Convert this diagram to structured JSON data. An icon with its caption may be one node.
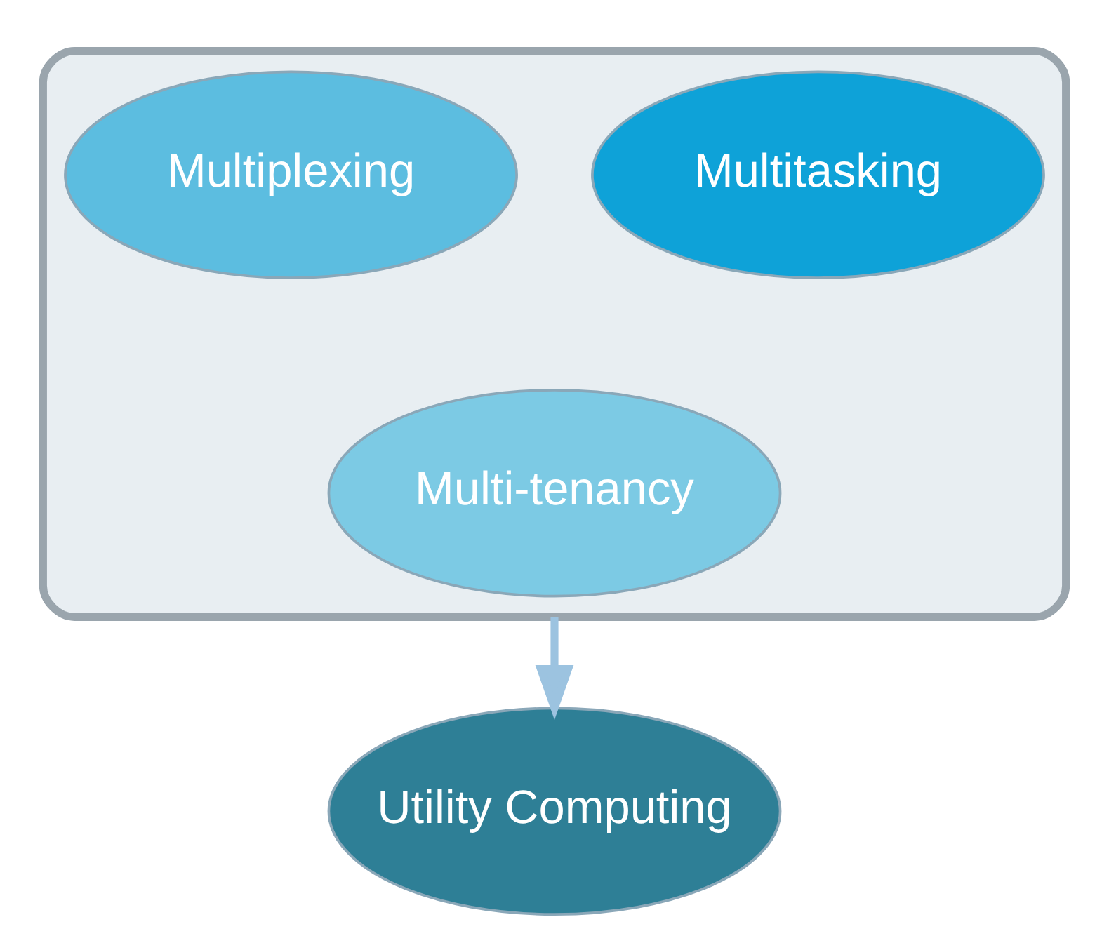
{
  "diagram": {
    "nodes": [
      {
        "text": [],
        "shape": "funnel"
      },
      {
        "text": [
          "Multiplexing"
        ],
        "in": 0
      },
      {
        "text": [
          "Multitasking"
        ],
        "in": 0
      },
      {
        "text": [
          "Multi-tenancy"
        ],
        "in": 0
      },
      {
        "text": [
          "Utility Computing"
        ]
      }
    ],
    "edges": [
      {
        "from": 0,
        "to": 4,
        "arrow": "to"
      }
    ]
  }
}
